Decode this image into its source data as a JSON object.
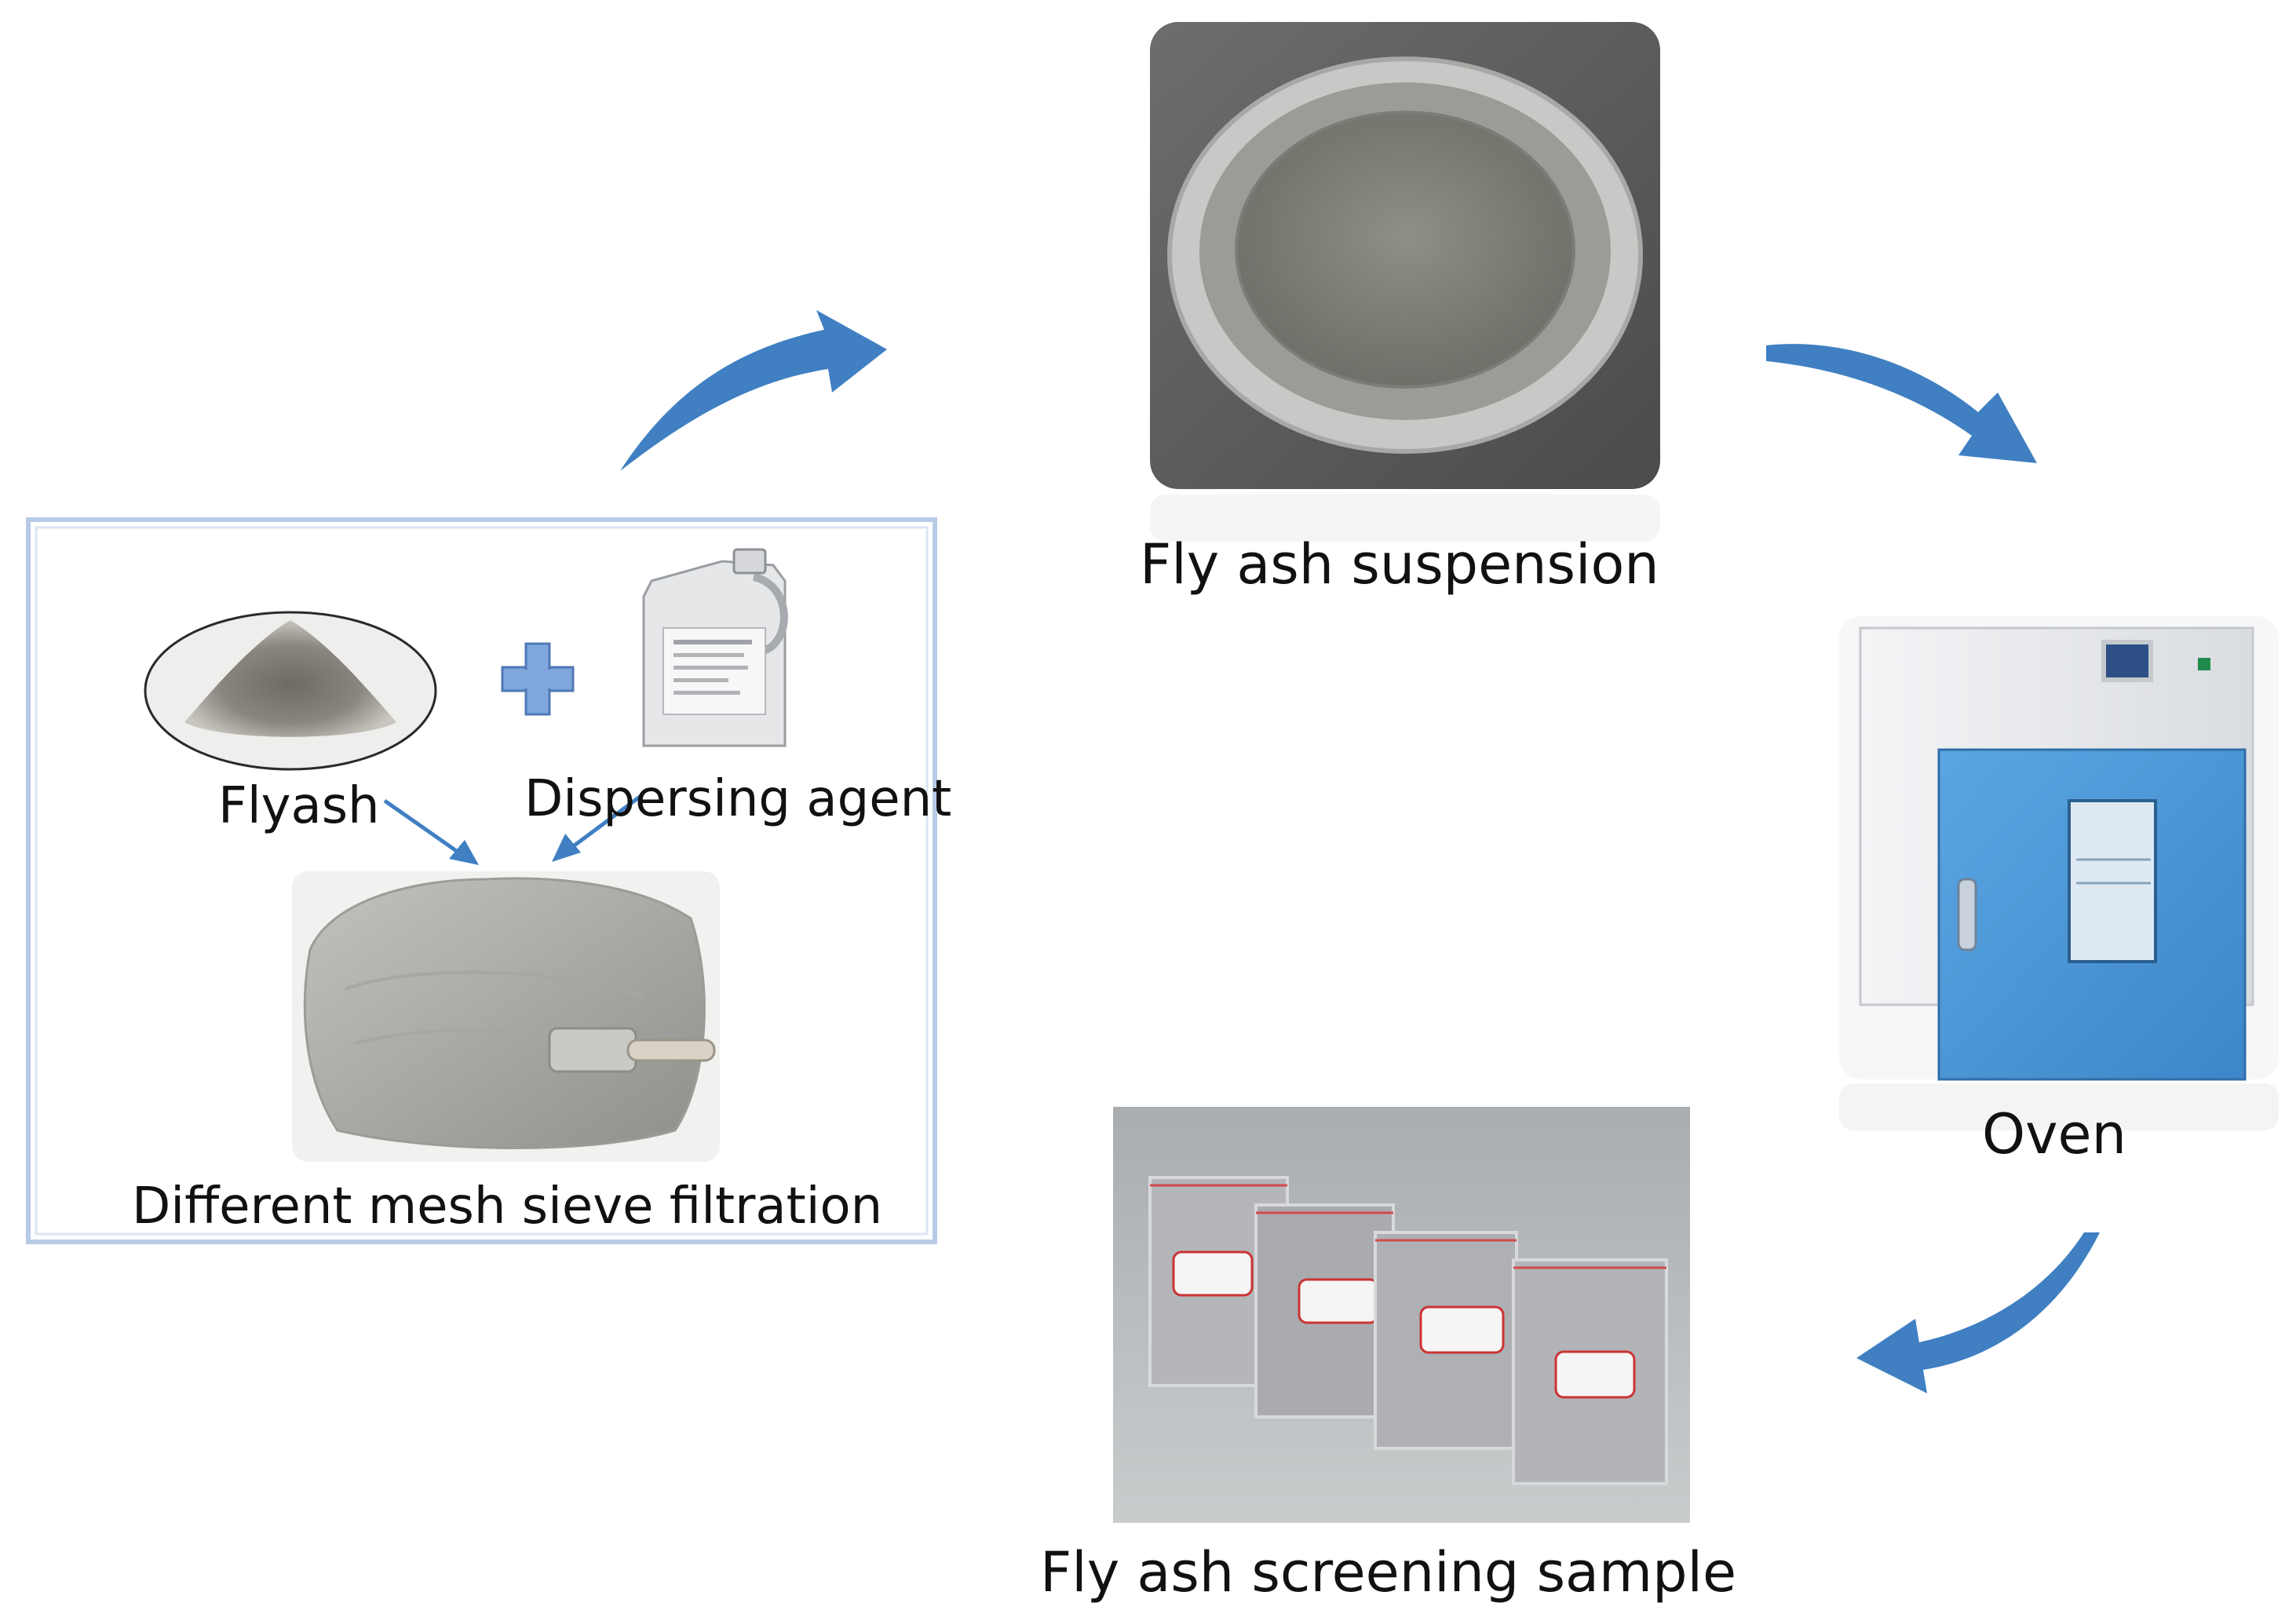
{
  "labels": {
    "flyash": "Flyash",
    "dispersing_agent": "Dispersing agent",
    "sieve_filtration": "Different mesh sieve filtration",
    "suspension": "Fly ash suspension",
    "oven": "Oven",
    "screening_sample": "Fly ash screening sample"
  },
  "colors": {
    "arrow": "#3f7fc2",
    "plus": "#7fa6dd",
    "panel_border": "#b7cbe6",
    "oven_blue": "#4f9ad8"
  }
}
